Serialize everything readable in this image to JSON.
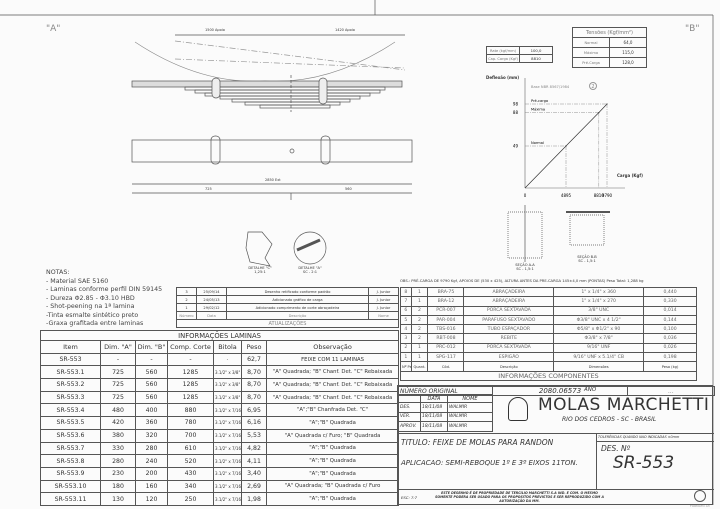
{
  "labels": {
    "view_a": "\"A\"",
    "view_b": "\"B\""
  },
  "drawing": {
    "dims": [
      "1500 Apoio",
      "1420 Apoio",
      "2850 Ext",
      "725",
      "560"
    ],
    "detail_c": "DETALHE \"C\"",
    "detail_c_scale": "1,25:1",
    "detail_a": "DETALHE \"A\"",
    "detail_a_scale": "SC - 2:1",
    "section_aa": "SEÇÃO A-A",
    "section_aa_scale": "SC - 1,5:1",
    "section_bb": "SEÇÃO B-B",
    "section_bb_scale": "SC - 1,5:1"
  },
  "rate_table": [
    [
      "Rate (kgf/mm)",
      "100,0"
    ],
    [
      "Cap. Carga (Kgf)",
      "8810"
    ]
  ],
  "tensoes": {
    "title": "Tensões (Kgf/mm²)",
    "rows": [
      [
        "Normal",
        "64,0"
      ],
      [
        "Máxima",
        "115,0"
      ],
      [
        "Pré-Carga",
        "128,0"
      ]
    ]
  },
  "chart_data": {
    "type": "line",
    "xlabel": "Carga (Kgf)",
    "ylabel": "Deflexão (mm)",
    "note": "Base NBR 8567/1984",
    "badge": "2",
    "x": [
      0,
      4895,
      8810,
      9790
    ],
    "y": [
      0,
      49,
      88,
      98
    ],
    "x_ticks": [
      "0",
      "4895",
      "8810",
      "9790"
    ],
    "y_ticks": [
      "49",
      "88",
      "98"
    ],
    "annotations": [
      "Normal",
      "Máxima",
      "Pré-carga"
    ]
  },
  "notes": {
    "title": "NOTAS:",
    "items": [
      "- Material SAE 5160",
      "- Laminas conforme perfil DIN 59145",
      "- Dureza Φ2.85 - Φ3.10 HBD",
      "- Shot-peening na 1ª lamina",
      "-Tinta esmalte sintético preto",
      "-Graxa grafitada entre laminas"
    ]
  },
  "updates": {
    "rows": [
      [
        "3",
        "25/09/14",
        "Desenho retificado conforme padrão",
        "J. Junior"
      ],
      [
        "2",
        "24/05/13",
        "Adicionado gráfico de carga",
        "J. Junior"
      ],
      [
        "1",
        "29/02/12",
        "Adicionado comprimento de corte abraçadeira",
        "J. Junior"
      ]
    ],
    "headers": [
      "Número",
      "Data",
      "Descrição",
      "Nome"
    ],
    "title": "ATUALIZAÇÕES"
  },
  "laminas": {
    "title": "INFORMAÇÕES LAMINAS",
    "headers": [
      "Item",
      "Dim. \"A\"",
      "Dim. \"B\"",
      "Comp. Corte",
      "Bitola",
      "Peso",
      "Observação"
    ],
    "rows": [
      [
        "SR-553",
        "-",
        "-",
        "-",
        "-",
        "62,7",
        "FEIXE COM 11 LAMINAS"
      ],
      [
        "SR-553.1",
        "725",
        "560",
        "1285",
        "3.1/2\" x 3/8\"",
        "8,70",
        "\"A\" Quadrada; \"B\" Chanf. Det. \"C\" Rebaixada"
      ],
      [
        "SR-553.2",
        "725",
        "560",
        "1285",
        "3.1/2\" x 3/8\"",
        "8,70",
        "\"A\" Quadrada; \"B\" Chanf. Det. \"C\" Rebaixada"
      ],
      [
        "SR-553.3",
        "725",
        "560",
        "1285",
        "3.1/2\" x 3/8\"",
        "8,70",
        "\"A\" Quadrada; \"B\" Chanf. Det. \"C\" Rebaixada"
      ],
      [
        "SR-553.4",
        "480",
        "400",
        "880",
        "3.1/2\" x 7/16\"",
        "6,95",
        "\"A\";\"B\" Chanfrada Det. \"C\""
      ],
      [
        "SR-553.5",
        "420",
        "360",
        "780",
        "3.1/2\" x 7/16\"",
        "6,16",
        "\"A\";\"B\" Quadrada"
      ],
      [
        "SR-553.6",
        "380",
        "320",
        "700",
        "3.1/2\" x 7/16\"",
        "5,53",
        "\"A\" Quadrada c/ Furo; \"B\" Quadrada"
      ],
      [
        "SR-553.7",
        "330",
        "280",
        "610",
        "3.1/2\" x 7/16\"",
        "4,82",
        "\"A\";\"B\" Quadrada"
      ],
      [
        "SR-553.8",
        "280",
        "240",
        "520",
        "3.1/2\" x 7/16\"",
        "4,11",
        "\"A\";\"B\" Quadrada"
      ],
      [
        "SR-553.9",
        "230",
        "200",
        "430",
        "3.1/2\" x 7/16\"",
        "3,40",
        "\"A\";\"B\" Quadrada"
      ],
      [
        "SR-553.10",
        "180",
        "160",
        "340",
        "3.1/2\" x 7/16\"",
        "2,69",
        "\"A\" Quadrada; \"B\" Quadrada c/ Furo"
      ],
      [
        "SR-553.11",
        "130",
        "120",
        "250",
        "3.1/2\" x 7/16\"",
        "1,98",
        "\"A\";\"B\" Quadrada"
      ]
    ]
  },
  "components": {
    "obs": "OBS.: PRÉ-CARGA DE 9790 Kgf, APOIOS DE (530 x 425), ALTURA ANTES DA PRE-CARGA 145±4,0 mm (PONTAS)   Peso Total: 1,288 kg",
    "title": "INFORMAÇÕES COMPONENTES",
    "headers": [
      "Nº Peça",
      "Quant.",
      "Cód.",
      "Descrição",
      "Dimensões",
      "Peso (kg)"
    ],
    "rows": [
      [
        "8",
        "1",
        "BRA-75",
        "ABRAÇADEIRA",
        "1\" x 1/4\" x 360",
        "0,440"
      ],
      [
        "7",
        "1",
        "BRA-12",
        "ABRAÇADEIRA",
        "1\" x 1/4\" x 270",
        "0,330"
      ],
      [
        "6",
        "2",
        "PCR-007",
        "PORCA SEXTAVADA",
        "3/8\" UNC",
        "0,014"
      ],
      [
        "5",
        "2",
        "PAR-004",
        "PARAFUSO SEXTAVADO",
        "Φ3/8\" UNC x 4 1/2\"",
        "0,144"
      ],
      [
        "4",
        "2",
        "TBS-016",
        "TUBO ESPAÇADOR",
        "Φ5/8\" x Φ1/2\" x 90",
        "0,100"
      ],
      [
        "3",
        "2",
        "RBT-008",
        "REBITE",
        "Φ3/8\" x 7/8\"",
        "0,036"
      ],
      [
        "2",
        "1",
        "PRC-012",
        "PORCA SEXTAVADA",
        "9/16\" UNF",
        "0,026"
      ],
      [
        "1",
        "1",
        "SPG-117",
        "ESPIGÃO",
        "9/16\" UNF x 5.1/4\" CB",
        "0,198"
      ]
    ]
  },
  "title_block": {
    "numero_original_label": "NÚMERO ORIGINAL",
    "numero_original": "2080.06573",
    "ano_label": "ANO",
    "ano": "...",
    "data_label": "DATA",
    "nome_label": "NOME",
    "sign": [
      [
        "DES.",
        "18/11/08",
        "WALMIR"
      ],
      [
        "VER.",
        "18/11/08",
        "WALMIR"
      ],
      [
        "APROV.",
        "18/11/08",
        "WALMIR"
      ]
    ],
    "company": "MOLAS MARCHETTI",
    "location": "RIO DOS CEDROS - SC - BRASIL",
    "titulo": "TITULO: FEIXE DE MOLAS PARA RANDON",
    "aplicacao": "APLICACAO: SEMI-REBOQUE 1º E 3º EIXOS 11TON.",
    "tolerancias": "TOLERÊNCIAS QUANDO NAO INDICADAS ±0mm",
    "des_label": "DES. Nº",
    "des_number": "SR-553",
    "esc": "ESC: 7:7",
    "disclaimer": "ESTE DESENHO É DE PROPRIEDADE DE TERCILIO MARCHETTI S.A IND. E COM. O MESMO SOMENTE PODERA SER USADO PARA OS PROPOSITOS PREVISTOS E SER REPRODUZIDO COM A AUTORIZAÇÃO DA MM.",
    "formato": "FORMATO A3"
  }
}
